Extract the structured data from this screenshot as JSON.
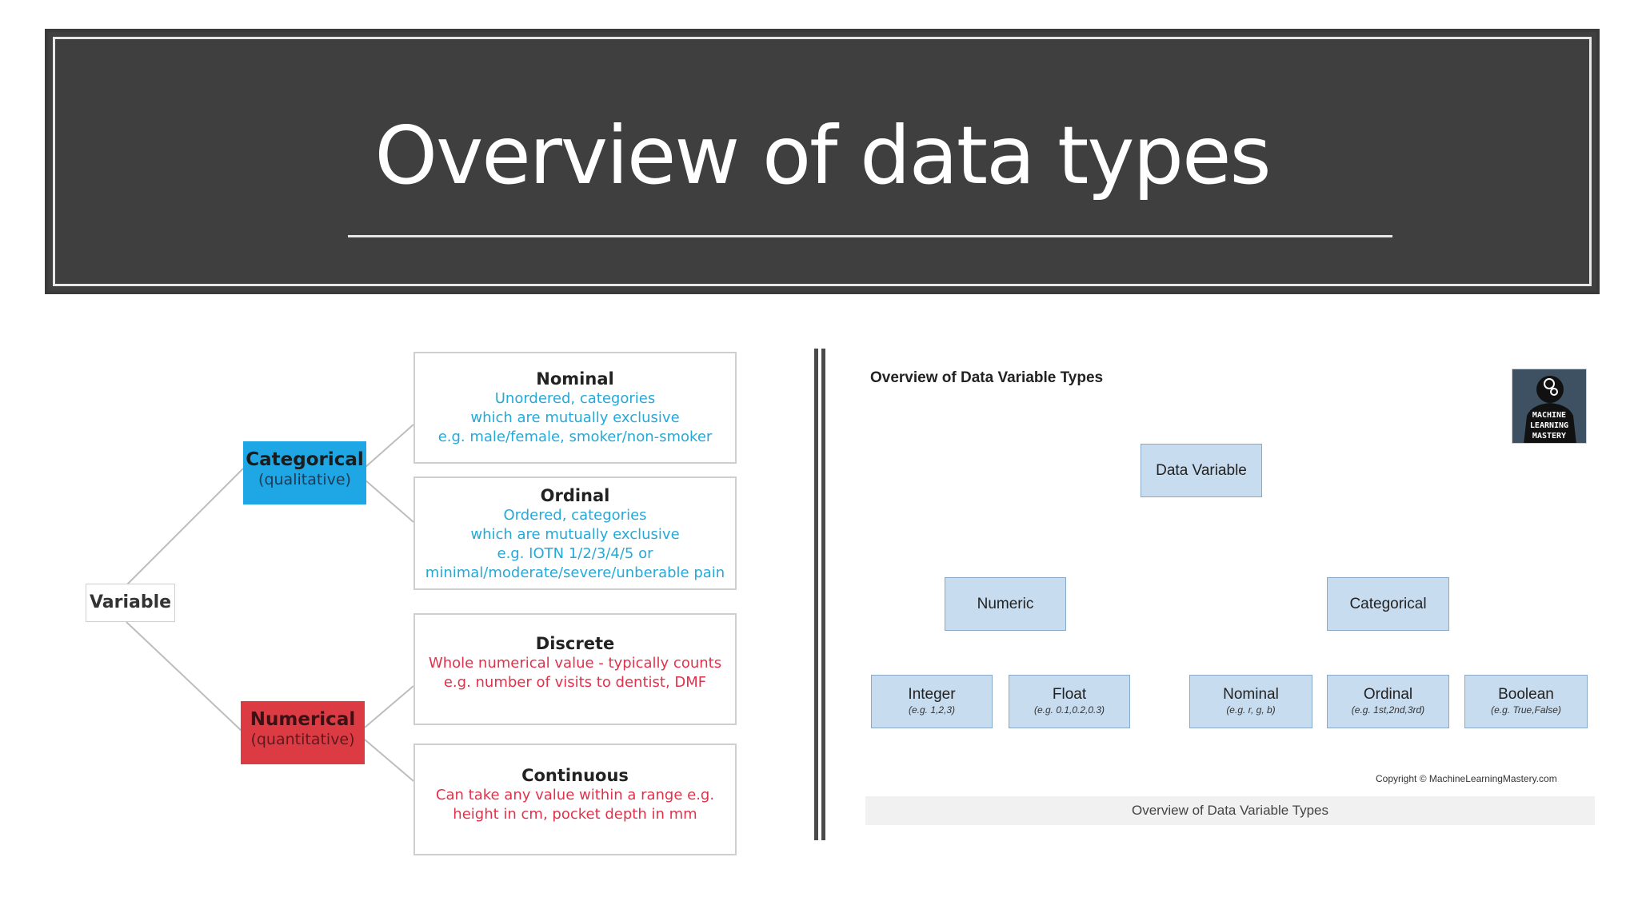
{
  "title": "Overview of data types",
  "left_diagram": {
    "root": "Variable",
    "categorical": {
      "label": "Categorical",
      "sub": "(qualitative)",
      "color": "#1ea7e4"
    },
    "numerical": {
      "label": "Numerical",
      "sub": "(quantitative)",
      "color": "#dd3b43"
    },
    "nominal": {
      "title": "Nominal",
      "lines": [
        "Unordered, categories",
        "which are mutually exclusive",
        "e.g. male/female, smoker/non-smoker"
      ]
    },
    "ordinal": {
      "title": "Ordinal",
      "lines": [
        "Ordered, categories",
        "which are mutually exclusive",
        "e.g. IOTN 1/2/3/4/5 or",
        "minimal/moderate/severe/unberable pain"
      ]
    },
    "discrete": {
      "title": "Discrete",
      "lines": [
        "Whole numerical value - typically counts",
        "e.g. number of visits to dentist, DMF"
      ]
    },
    "continuous": {
      "title": "Continuous",
      "lines": [
        "Can take any value within a range e.g.",
        "height in cm, pocket depth in mm"
      ]
    }
  },
  "right_diagram": {
    "title": "Overview of Data Variable Types",
    "logo_text": [
      "MACHINE",
      "LEARNING",
      "MASTERY"
    ],
    "root": "Data Variable",
    "numeric": "Numeric",
    "categorical": "Categorical",
    "integer": {
      "label": "Integer",
      "example": "(e.g. 1,2,3)"
    },
    "float": {
      "label": "Float",
      "example": "(e.g. 0.1,0.2,0.3)"
    },
    "nominal": {
      "label": "Nominal",
      "example": "(e.g. r, g, b)"
    },
    "ordinal": {
      "label": "Ordinal",
      "example": "(e.g. 1st,2nd,3rd)"
    },
    "boolean": {
      "label": "Boolean",
      "example": "(e.g. True,False)"
    },
    "copyright": "Copyright © MachineLearningMastery.com",
    "caption": "Overview of Data Variable Types"
  },
  "colors": {
    "banner": "#3f3f3f",
    "tree_box": "#c8dcef",
    "blue_text": "#25a9d8",
    "red_text": "#e0324b"
  }
}
